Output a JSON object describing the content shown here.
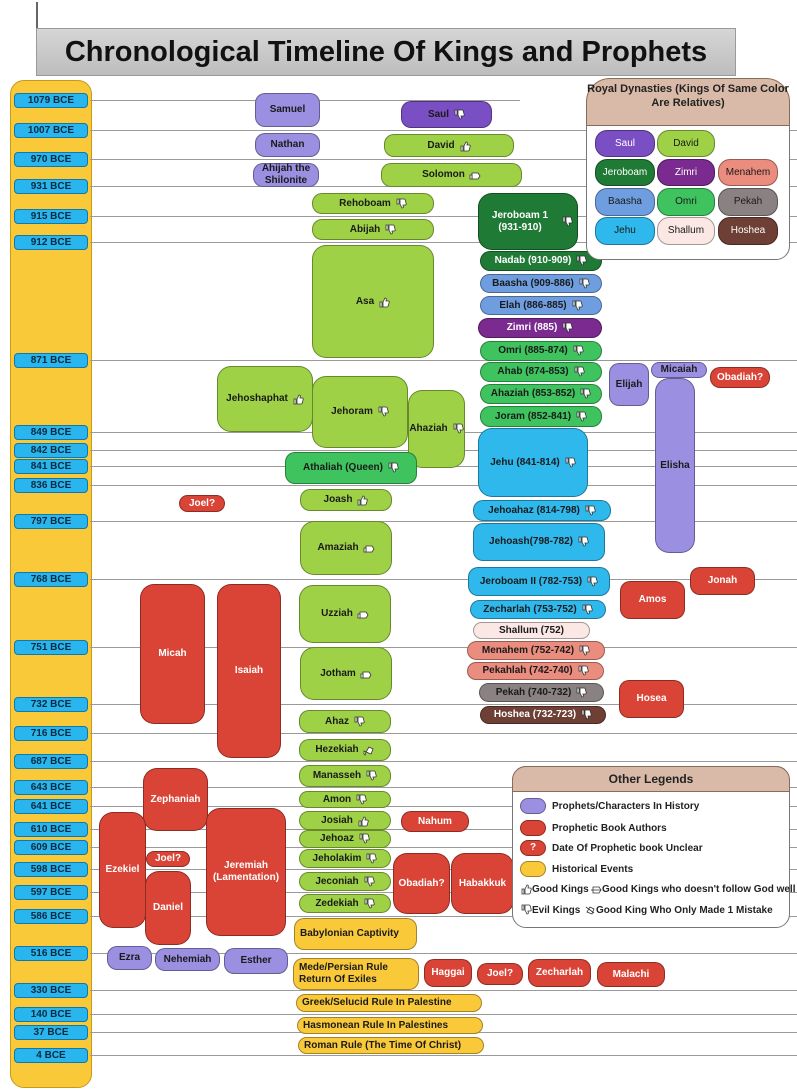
{
  "title": "Chronological Timeline Of Kings and Prophets",
  "colors": {
    "prophet": "#9a8fe0",
    "author": "#d94436",
    "event": "#f9c93a",
    "judah": "#9ed145",
    "year": "#29b6ef",
    "saul": "#7b4fc4",
    "jeroboam": "#1e7a34",
    "zimri": "#7b2a8f",
    "menahem": "#ea8c7e",
    "baasha": "#6f9ee0",
    "omri": "#3ec35f",
    "pekah": "#8a8282",
    "jehu": "#2fb8ec",
    "shallum": "#fbe8e4",
    "hoshea": "#6e3f35",
    "athaliah": "#3ec35f"
  },
  "years": [
    "1079 BCE",
    "1007 BCE",
    "970 BCE",
    "931 BCE",
    "915 BCE",
    "912 BCE",
    "871 BCE",
    "849 BCE",
    "842 BCE",
    "841 BCE",
    "836 BCE",
    "797 BCE",
    "768 BCE",
    "751 BCE",
    "732 BCE",
    "716 BCE",
    "687 BCE",
    "643 BCE",
    "641 BCE",
    "610 BCE",
    "609 BCE",
    "598 BCE",
    "597 BCE",
    "586 BCE",
    "516 BCE",
    "330 BCE",
    "140 BCE",
    "37 BCE",
    "4 BCE"
  ],
  "blocks": [
    {
      "label": "Samuel",
      "c": "prophet"
    },
    {
      "label": "Nathan",
      "c": "prophet"
    },
    {
      "label": "Ahijah the Shilonite",
      "c": "prophet"
    },
    {
      "label": "Saul",
      "c": "saul",
      "icon": "evil"
    },
    {
      "label": "David",
      "c": "judah",
      "icon": "good"
    },
    {
      "label": "Solomon",
      "c": "judah",
      "icon": "goodpoor"
    },
    {
      "label": "Rehoboam",
      "c": "judah",
      "icon": "evil"
    },
    {
      "label": "Abijah",
      "c": "judah",
      "icon": "evil"
    },
    {
      "label": "Asa",
      "c": "judah",
      "icon": "good"
    },
    {
      "label": "Jehoshaphat",
      "c": "judah",
      "icon": "good"
    },
    {
      "label": "Jehoram",
      "c": "judah",
      "icon": "evil"
    },
    {
      "label": "Ahaziah",
      "c": "judah",
      "icon": "evil"
    },
    {
      "label": "Athaliah (Queen)",
      "c": "athaliah",
      "icon": "evil"
    },
    {
      "label": "Joash",
      "c": "judah",
      "icon": "good"
    },
    {
      "label": "Amaziah",
      "c": "judah",
      "icon": "goodpoor"
    },
    {
      "label": "Uzziah",
      "c": "judah",
      "icon": "goodpoor"
    },
    {
      "label": "Jotham",
      "c": "judah",
      "icon": "goodpoor"
    },
    {
      "label": "Ahaz",
      "c": "judah",
      "icon": "evil"
    },
    {
      "label": "Hezekiah",
      "c": "judah",
      "icon": "mistake"
    },
    {
      "label": "Manasseh",
      "c": "judah",
      "icon": "evil"
    },
    {
      "label": "Amon",
      "c": "judah",
      "icon": "evil"
    },
    {
      "label": "Josiah",
      "c": "judah",
      "icon": "good"
    },
    {
      "label": "Jehoaz",
      "c": "judah",
      "icon": "evil"
    },
    {
      "label": "Jeholakim",
      "c": "judah",
      "icon": "evil"
    },
    {
      "label": "Jeconiah",
      "c": "judah",
      "icon": "evil"
    },
    {
      "label": "Zedekiah",
      "c": "judah",
      "icon": "evil"
    },
    {
      "label": "Jeroboam 1 (931-910)",
      "c": "jeroboam",
      "icon": "evil",
      "fg": "#fff"
    },
    {
      "label": "Nadab (910-909)",
      "c": "jeroboam",
      "icon": "evil",
      "fg": "#fff"
    },
    {
      "label": "Baasha (909-886)",
      "c": "baasha",
      "icon": "evil"
    },
    {
      "label": "Elah (886-885)",
      "c": "baasha",
      "icon": "evil"
    },
    {
      "label": "Zimri (885)",
      "c": "zimri",
      "icon": "evil",
      "fg": "#fff"
    },
    {
      "label": "Omri (885-874)",
      "c": "omri",
      "icon": "evil"
    },
    {
      "label": "Ahab (874-853)",
      "c": "omri",
      "icon": "evil"
    },
    {
      "label": "Ahaziah (853-852)",
      "c": "omri",
      "icon": "evil"
    },
    {
      "label": "Joram (852-841)",
      "c": "omri",
      "icon": "evil"
    },
    {
      "label": "Jehu (841-814)",
      "c": "jehu",
      "icon": "evil"
    },
    {
      "label": "Jehoahaz (814-798)",
      "c": "jehu",
      "icon": "evil"
    },
    {
      "label": "Jehoash(798-782)",
      "c": "jehu",
      "icon": "evil"
    },
    {
      "label": "Jeroboam II (782-753)",
      "c": "jehu",
      "icon": "evil"
    },
    {
      "label": "Zecharlah (753-752)",
      "c": "jehu",
      "icon": "evil"
    },
    {
      "label": "Shallum (752)",
      "c": "shallum"
    },
    {
      "label": "Menahem (752-742)",
      "c": "menahem",
      "icon": "evil"
    },
    {
      "label": "Pekahlah (742-740)",
      "c": "menahem",
      "icon": "evil"
    },
    {
      "label": "Pekah (740-732)",
      "c": "pekah",
      "icon": "evil"
    },
    {
      "label": "Hoshea (732-723)",
      "c": "hoshea",
      "icon": "evil",
      "fg": "#fff"
    },
    {
      "label": "Elijah",
      "c": "prophet"
    },
    {
      "label": "Micaiah",
      "c": "prophet"
    },
    {
      "label": "Obadiah?",
      "c": "author",
      "fg": "#fff"
    },
    {
      "label": "Elisha",
      "c": "prophet"
    },
    {
      "label": "Joel?",
      "c": "author",
      "fg": "#fff"
    },
    {
      "label": "Jonah",
      "c": "author",
      "fg": "#fff"
    },
    {
      "label": "Amos",
      "c": "author",
      "fg": "#fff"
    },
    {
      "label": "Hosea",
      "c": "author",
      "fg": "#fff"
    },
    {
      "label": "Micah",
      "c": "author",
      "fg": "#fff"
    },
    {
      "label": "Isaiah",
      "c": "author",
      "fg": "#fff"
    },
    {
      "label": "Zephaniah",
      "c": "author",
      "fg": "#fff"
    },
    {
      "label": "Nahum",
      "c": "author",
      "fg": "#fff"
    },
    {
      "label": "Ezekiel",
      "c": "author",
      "fg": "#fff"
    },
    {
      "label": "Joel?",
      "c": "author",
      "fg": "#fff"
    },
    {
      "label": "Daniel",
      "c": "author",
      "fg": "#fff"
    },
    {
      "label": "Jeremiah (Lamentation)",
      "c": "author",
      "fg": "#fff"
    },
    {
      "label": "Obadiah?",
      "c": "author",
      "fg": "#fff"
    },
    {
      "label": "Habakkuk",
      "c": "author",
      "fg": "#fff"
    },
    {
      "label": "Babylonian Captivity",
      "c": "event"
    },
    {
      "label": "Ezra",
      "c": "prophet"
    },
    {
      "label": "Nehemiah",
      "c": "prophet"
    },
    {
      "label": "Esther",
      "c": "prophet"
    },
    {
      "label": "Mede/Persian Rule Return Of Exiles",
      "c": "event"
    },
    {
      "label": "Haggai",
      "c": "author",
      "fg": "#fff"
    },
    {
      "label": "Joel?",
      "c": "author",
      "fg": "#fff"
    },
    {
      "label": "Zecharlah",
      "c": "author",
      "fg": "#fff"
    },
    {
      "label": "Malachi",
      "c": "author",
      "fg": "#fff"
    },
    {
      "label": "Greek/Selucid Rule In Palestine",
      "c": "event"
    },
    {
      "label": "Hasmonean Rule In Palestines",
      "c": "event"
    },
    {
      "label": "Roman Rule (The Time Of Christ)",
      "c": "event"
    }
  ],
  "dynasties": {
    "title": "Royal Dynasties (Kings Of Same Color Are Relatives)",
    "items": [
      {
        "label": "Saul",
        "c": "saul",
        "fg": "#fff"
      },
      {
        "label": "David",
        "c": "judah"
      },
      {
        "label": "Jeroboam",
        "c": "jeroboam",
        "fg": "#fff"
      },
      {
        "label": "Zimri",
        "c": "zimri",
        "fg": "#fff"
      },
      {
        "label": "Menahem",
        "c": "menahem"
      },
      {
        "label": "Baasha",
        "c": "baasha"
      },
      {
        "label": "Omri",
        "c": "omri"
      },
      {
        "label": "Pekah",
        "c": "pekah"
      },
      {
        "label": "Jehu",
        "c": "jehu"
      },
      {
        "label": "Shallum",
        "c": "shallum"
      },
      {
        "label": "Hoshea",
        "c": "hoshea",
        "fg": "#fff"
      }
    ]
  },
  "other_legends": {
    "title": "Other Legends",
    "prophets": "Prophets/Characters In History",
    "authors": "Prophetic Book Authors",
    "unclear_mark": "?",
    "unclear": "Date Of Prophetic book Unclear",
    "events": "Historical Events",
    "good": "Good Kings",
    "goodpoor": "Good Kings who doesn't follow God well",
    "evil": "Evil Kings",
    "mistake": "Good King Who Only Made 1 Mistake"
  }
}
